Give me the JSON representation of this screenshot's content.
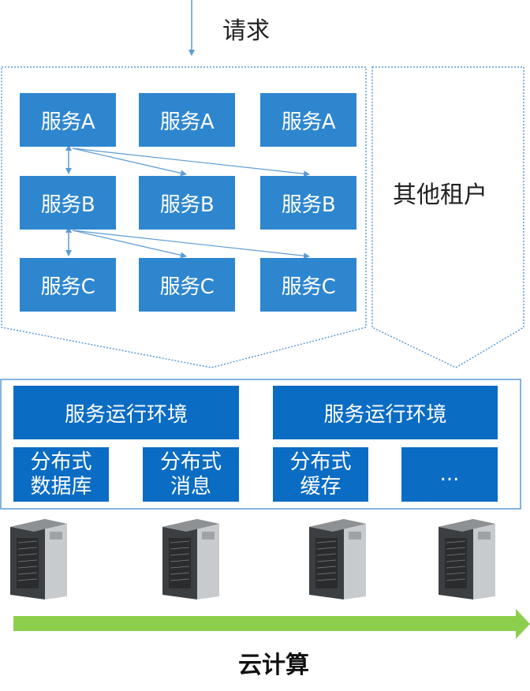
{
  "request_label": "请求",
  "other_tenants_label": "其他租户",
  "services": [
    [
      "服务A",
      "服务A",
      "服务A"
    ],
    [
      "服务B",
      "服务B",
      "服务B"
    ],
    [
      "服务C",
      "服务C",
      "服务C"
    ]
  ],
  "runtime_env": [
    "服务运行环境",
    "服务运行环境"
  ],
  "middleware": [
    {
      "line1": "分布式",
      "line2": "数据库"
    },
    {
      "line1": "分布式",
      "line2": "消息"
    },
    {
      "line1": "分布式",
      "line2": "缓存"
    },
    {
      "line1": "...",
      "line2": ""
    }
  ],
  "cloud_label": "云计算",
  "colors": {
    "service_box": "#2e86cf",
    "runtime_box": "#0b6cc4",
    "dotted_border": "#5b9bd5",
    "cloud_arrow": "#8ccf4d"
  },
  "icons": [
    "server-icon",
    "server-icon",
    "server-icon",
    "server-icon"
  ]
}
